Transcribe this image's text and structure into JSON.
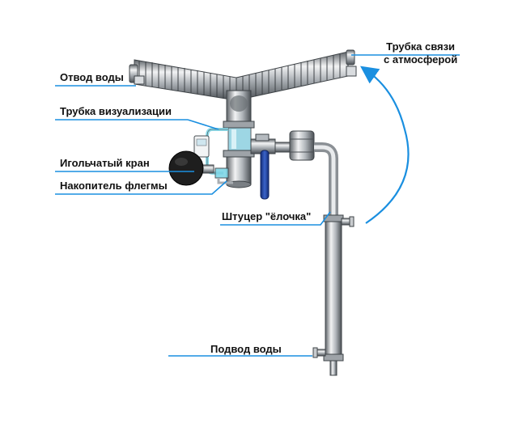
{
  "labels": {
    "water_outlet": "Отвод воды",
    "atmosphere_tube": "Трубка связи\nс атмосферой",
    "visualization_tube": "Трубка визуализации",
    "needle_valve": "Игольчатый кран",
    "reflux_accumulator": "Накопитель флегмы",
    "barbed_fitting": "Штуцер \"ёлочка\"",
    "water_inlet": "Подвод воды"
  },
  "colors": {
    "leader_line": "#1a8fe0",
    "arrow": "#1a8fe0",
    "steel_light": "#e6e8ea",
    "steel_mid": "#a8adb2",
    "steel_dark": "#5e6368",
    "glass": "#7fd6e6",
    "valve_handle": "#1f3f9e",
    "gauge_body": "#1e1e1e"
  }
}
